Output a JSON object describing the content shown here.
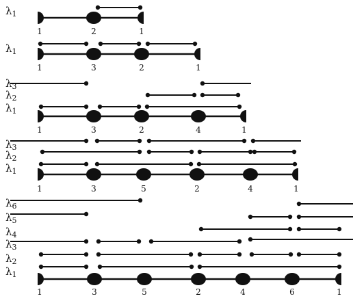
{
  "lambda_prefix": "λ",
  "node_sequences": [
    [
      "1",
      "2",
      "1"
    ],
    [
      "1",
      "3",
      "2",
      "1"
    ],
    [
      "1",
      "3",
      "2",
      "4",
      "1"
    ],
    [
      "1",
      "3",
      "5",
      "2",
      "4",
      "1"
    ],
    [
      "1",
      "3",
      "5",
      "2",
      "4",
      "6",
      "1"
    ]
  ],
  "blocks": [
    {
      "lambdas": [
        {
          "index": "1",
          "sub": "1"
        }
      ]
    },
    {
      "lambdas": [
        {
          "index": "1",
          "sub": "1"
        }
      ]
    },
    {
      "lambdas": [
        {
          "index": "3",
          "sub": "3"
        },
        {
          "index": "2",
          "sub": "2"
        },
        {
          "index": "1",
          "sub": "1"
        }
      ]
    },
    {
      "lambdas": [
        {
          "index": "3",
          "sub": "3"
        },
        {
          "index": "2",
          "sub": "2"
        },
        {
          "index": "1",
          "sub": "1"
        }
      ]
    },
    {
      "lambdas": [
        {
          "index": "6",
          "sub": "6"
        },
        {
          "index": "5",
          "sub": "5"
        },
        {
          "index": "4",
          "sub": "4"
        },
        {
          "index": "3",
          "sub": "3"
        },
        {
          "index": "2",
          "sub": "2"
        },
        {
          "index": "1",
          "sub": "1"
        }
      ]
    }
  ]
}
